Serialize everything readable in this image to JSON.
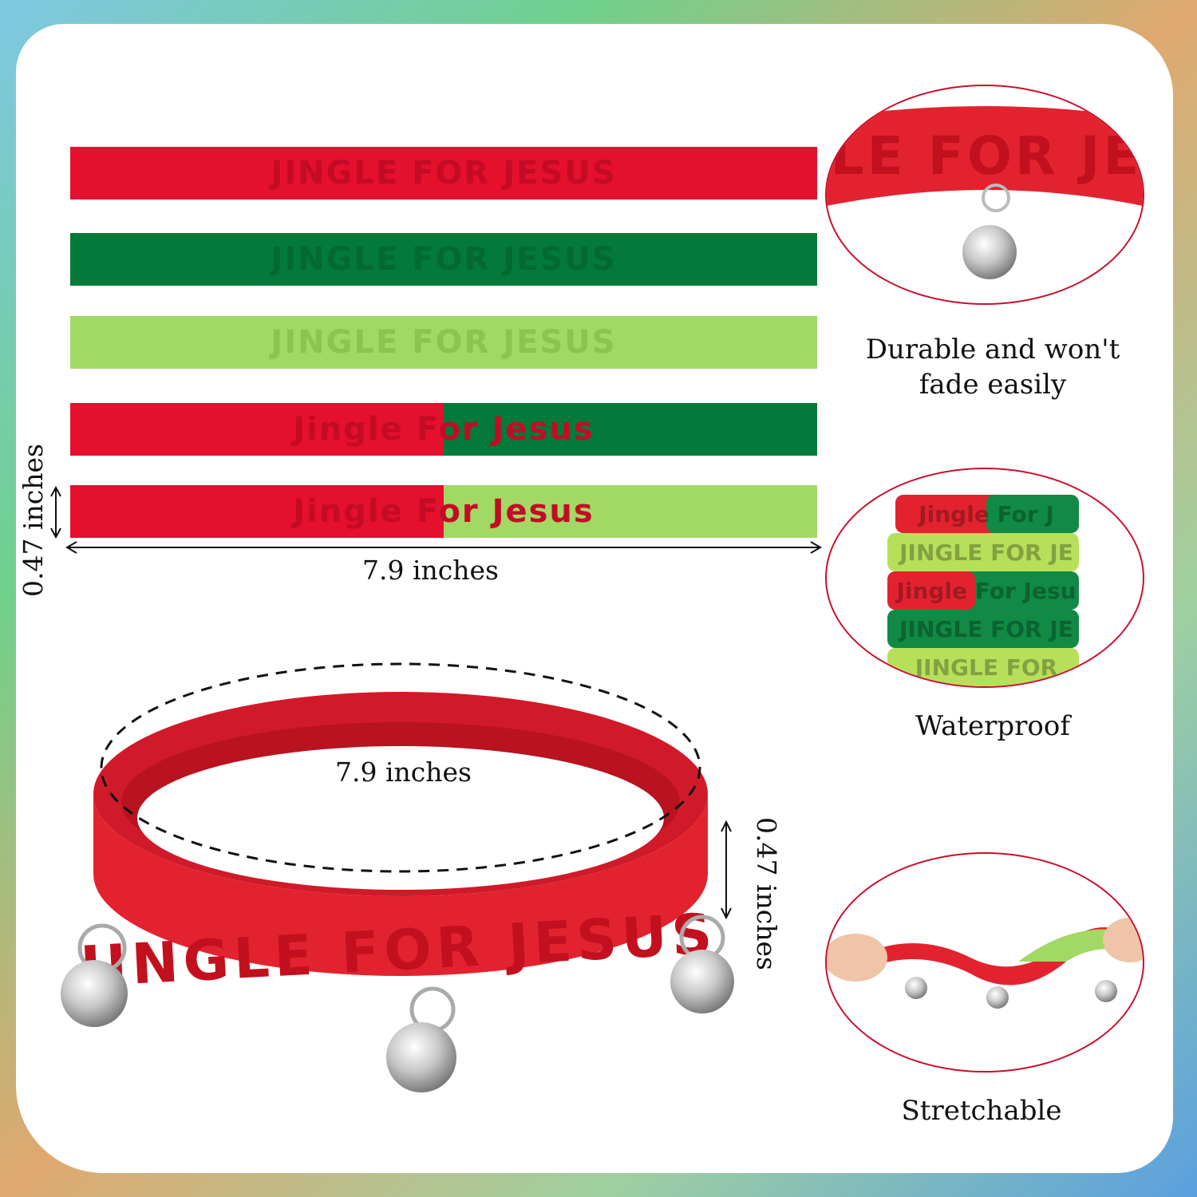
{
  "strips": [
    {
      "text": "JINGLE FOR JESUS",
      "left_color": "#e4102e",
      "right_color": "#e4102e",
      "text_color": "#c40b26"
    },
    {
      "text": "JINGLE FOR JESUS",
      "left_color": "#037a39",
      "right_color": "#037a39",
      "text_color": "#026a31"
    },
    {
      "text": "JINGLE FOR JESUS",
      "left_color": "#a2d864",
      "right_color": "#a2d864",
      "text_color": "#8cc450"
    },
    {
      "text": "Jingle For Jesus",
      "left_color": "#e4102e",
      "right_color": "#037a39",
      "text_color": "#c40b26"
    },
    {
      "text": "Jingle For Jesus",
      "left_color": "#e4102e",
      "right_color": "#a2d864",
      "text_color": "#c40b26"
    }
  ],
  "dimensions": {
    "width_label": "7.9 inches",
    "height_label": "0.47 inches",
    "circumference_label": "7.9 inches",
    "band_height_label": "0.47 inches"
  },
  "bracelet_text": "JINGLE FOR JESUS",
  "features": {
    "durable": "Durable and won't fade easily",
    "waterproof": "Waterproof",
    "stretchable": "Stretchable"
  },
  "inset_texts": {
    "closeup": "LE FOR JE",
    "stack": [
      "Jingle For J",
      "JINGLE FOR JE",
      "Jingle For Jesu",
      "JINGLE FOR JE",
      "JINGLE FOR"
    ]
  },
  "colors": {
    "red": "#e4102e",
    "green": "#037a39",
    "lime": "#a2d864",
    "border": "#c8102e"
  }
}
